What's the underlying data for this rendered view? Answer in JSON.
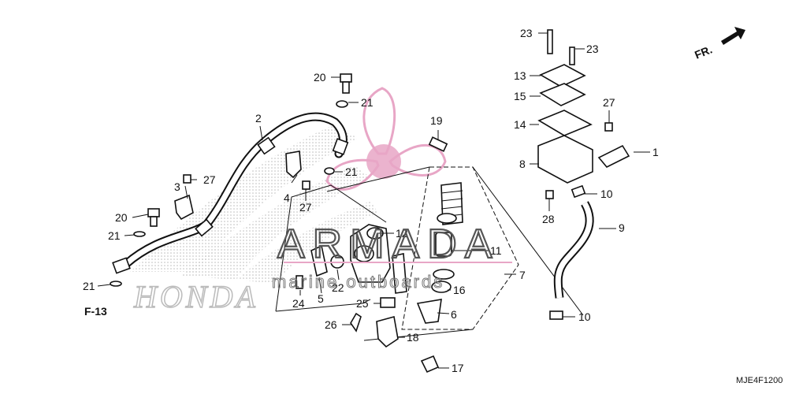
{
  "watermark": {
    "title": "ARMADA",
    "subtitle": "marine outboards",
    "brand": "HONDA",
    "accent_color": "#e8a6c6"
  },
  "direction_label": "FR.",
  "ref_label": "F-13",
  "figure_code": "MJE4F1200",
  "callouts": [
    {
      "n": "1"
    },
    {
      "n": "2"
    },
    {
      "n": "3"
    },
    {
      "n": "4"
    },
    {
      "n": "5"
    },
    {
      "n": "6"
    },
    {
      "n": "7"
    },
    {
      "n": "8"
    },
    {
      "n": "9"
    },
    {
      "n": "10"
    },
    {
      "n": "10"
    },
    {
      "n": "11"
    },
    {
      "n": "12"
    },
    {
      "n": "13"
    },
    {
      "n": "14"
    },
    {
      "n": "15"
    },
    {
      "n": "16"
    },
    {
      "n": "17"
    },
    {
      "n": "18"
    },
    {
      "n": "19"
    },
    {
      "n": "20"
    },
    {
      "n": "20"
    },
    {
      "n": "21"
    },
    {
      "n": "21"
    },
    {
      "n": "21"
    },
    {
      "n": "21"
    },
    {
      "n": "22"
    },
    {
      "n": "23"
    },
    {
      "n": "23"
    },
    {
      "n": "24"
    },
    {
      "n": "25"
    },
    {
      "n": "26"
    },
    {
      "n": "27"
    },
    {
      "n": "27"
    },
    {
      "n": "27"
    },
    {
      "n": "28"
    }
  ]
}
